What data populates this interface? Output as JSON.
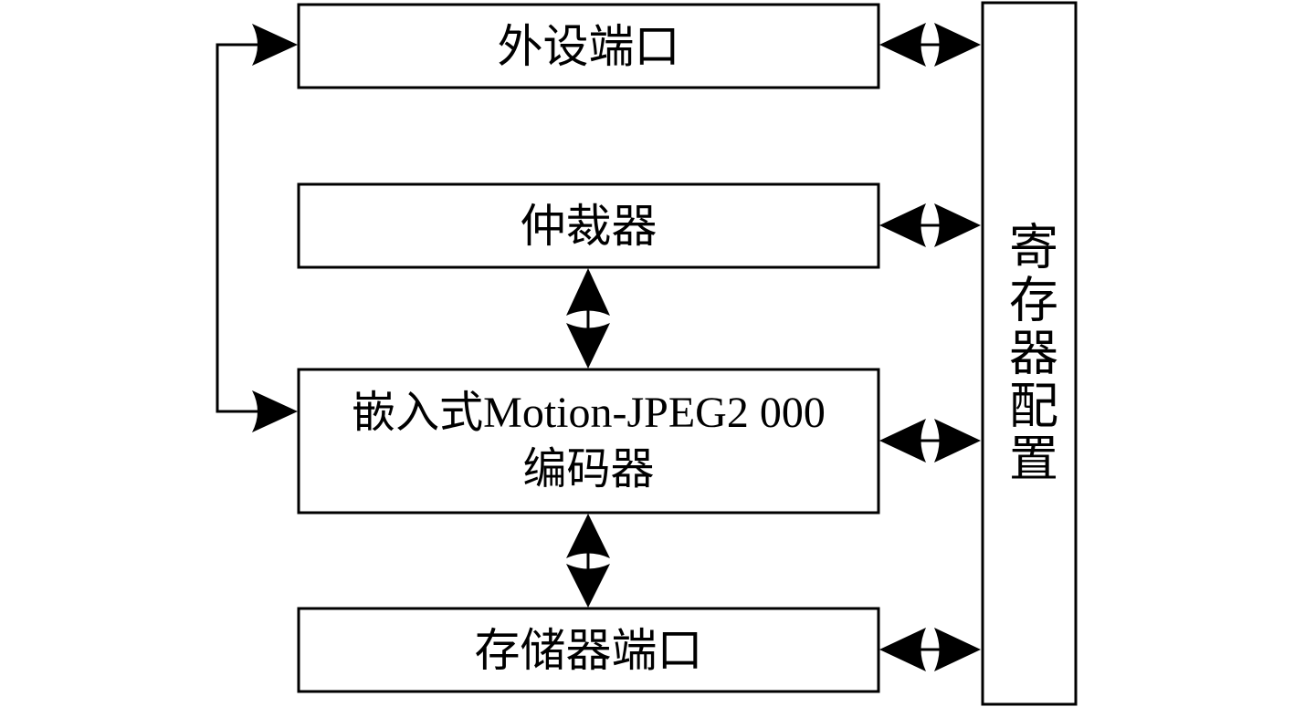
{
  "nodes": {
    "peripheral_port": "外设端口",
    "arbiter": "仲裁器",
    "encoder_line1": "嵌入式Motion-JPEG2 000",
    "encoder_line2": "编码器",
    "memory_port": "存储器端口",
    "register_config": "寄存器配置"
  },
  "colors": {
    "stroke": "#000000",
    "fill": "#ffffff"
  }
}
